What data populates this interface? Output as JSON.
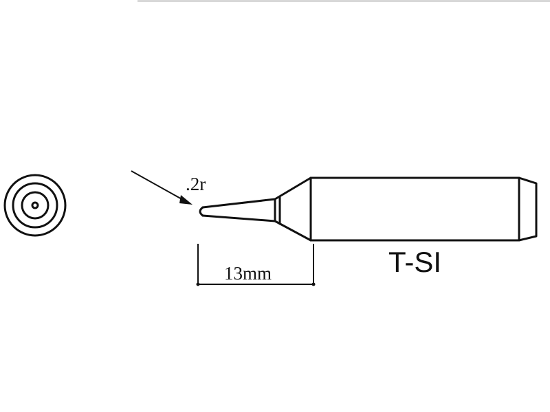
{
  "diagram": {
    "radius_label": ".2r",
    "length_label": "13mm",
    "model_label": "T-SI"
  }
}
